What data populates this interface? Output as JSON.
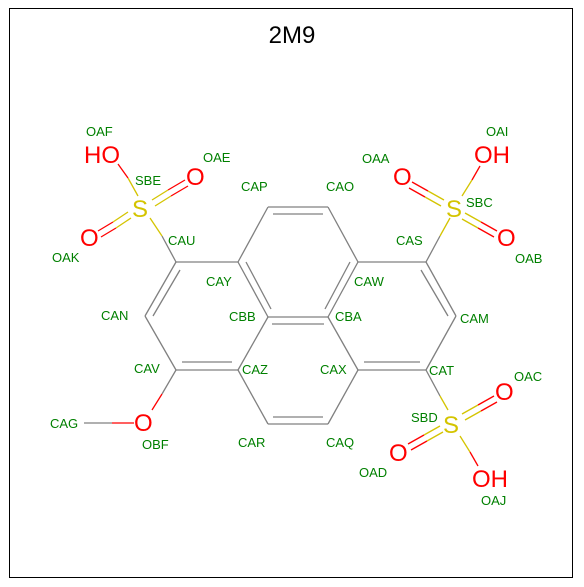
{
  "title": "2M9",
  "colors": {
    "bond": "#808080",
    "label": "#008000",
    "oxygen": "#ff0000",
    "sulfur": "#d4c400",
    "frame": "#000000"
  },
  "atom_labels": {
    "CAP": "CAP",
    "CAO": "CAO",
    "CAY": "CAY",
    "CAW": "CAW",
    "CBB": "CBB",
    "CBA": "CBA",
    "CAZ": "CAZ",
    "CAX": "CAX",
    "CAR": "CAR",
    "CAQ": "CAQ",
    "CAU": "CAU",
    "CAN": "CAN",
    "CAV": "CAV",
    "CAS": "CAS",
    "CAM": "CAM",
    "CAT": "CAT",
    "CAG": "CAG",
    "OBF": "OBF",
    "SBE": "SBE",
    "OAF": "OAF",
    "OAE": "OAE",
    "OAK": "OAK",
    "SBC": "SBC",
    "OAI": "OAI",
    "OAA": "OAA",
    "OAB": "OAB",
    "SBD": "SBD",
    "OAC": "OAC",
    "OAD": "OAD",
    "OAJ": "OAJ"
  },
  "element_symbols": {
    "hydroxyl": "HO",
    "hydroxyl_right": "OH",
    "oxygen": "O",
    "sulfur": "S"
  }
}
